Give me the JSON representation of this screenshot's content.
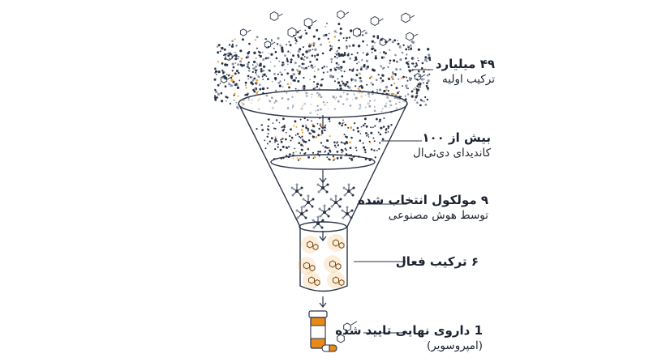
{
  "colors": {
    "ink": "#1c2230",
    "dots_dark": "#2b3346",
    "dots_light": "#8a93a8",
    "accent": "#f0a030",
    "bottle": "#e8891c",
    "bottle_label": "#ffffff"
  },
  "stages": [
    {
      "value": "۴۹ میلیارد",
      "caption": "ترکیب اولیه"
    },
    {
      "value": "بیش از ۱۰۰",
      "caption": "کاندیدای دی‌ئی‌ال"
    },
    {
      "value": "۹ مولکول انتخاب شده",
      "caption": "توسط هوش مصنوعی"
    },
    {
      "value": "۶ ترکیب فعال",
      "caption": ""
    },
    {
      "value": "1 داروی نهایی تایید شده",
      "caption": "(امپروسویر)"
    }
  ]
}
